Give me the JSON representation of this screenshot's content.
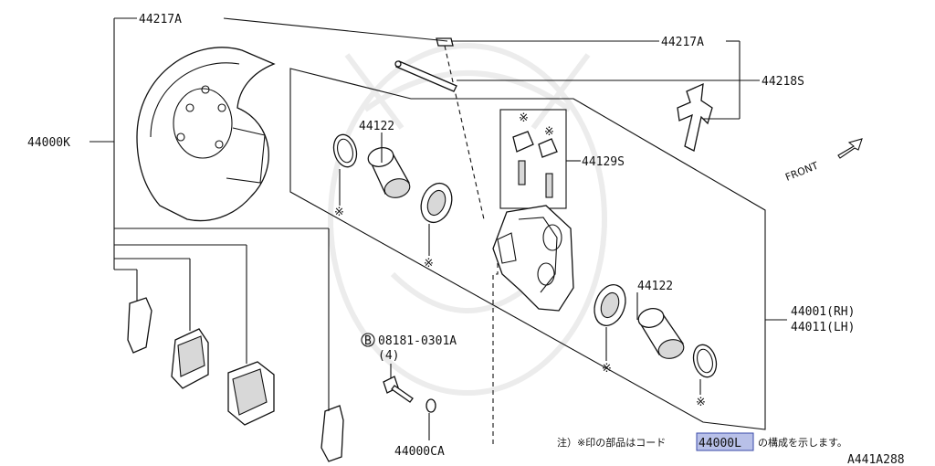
{
  "callouts": {
    "shield_pin_top": "44217A",
    "pin_right": "44217A",
    "guide_pin": "44218S",
    "backing_plate": "44000K",
    "piston_seal_upper": "44122",
    "bleeder_kit": "44129S",
    "piston_seal_lower": "44122",
    "caliper_rh": "44001(RH)",
    "caliper_lh": "44011(LH)",
    "bolt_part": "08181-0301A",
    "bolt_qty": "(4)",
    "bolt_marker": "B",
    "washer": "44000CA",
    "front_arrow": "FRONT"
  },
  "symbols": {
    "asterisk": "※"
  },
  "note": {
    "prefix": "注）※印の部品はコード",
    "code": "44000L",
    "suffix": "の構成を示します。"
  },
  "diagram_code": "A441A288"
}
